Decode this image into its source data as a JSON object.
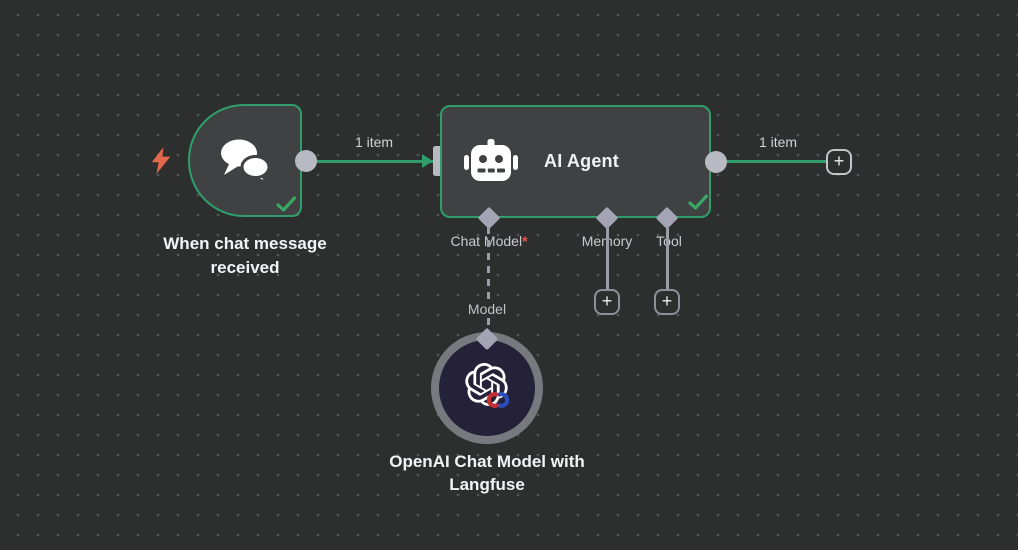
{
  "canvas": {
    "background_color": "#2d2e2e",
    "dot_color": "#56565a"
  },
  "colors": {
    "success_green": "#2f9e6a",
    "check_green": "#3aa864",
    "node_bg": "#3f4143",
    "connector_gray": "#b9b9c3",
    "port_line_gray": "#9d9da8",
    "required_red": "#ef5350",
    "lightning_orange": "#e2674c",
    "model_node_bg": "#242138",
    "model_node_ring": "#78787f"
  },
  "trigger_node": {
    "label": "When chat message received"
  },
  "agent_node": {
    "title": "AI Agent",
    "ports": {
      "chat_model": {
        "label": "Chat Model",
        "required_marker": "*"
      },
      "memory": {
        "label": "Memory"
      },
      "tool": {
        "label": "Tool"
      }
    }
  },
  "model_node": {
    "label": "OpenAI Chat Model with Langfuse",
    "port_label": "Model"
  },
  "connections": {
    "trigger_to_agent": {
      "label": "1 item"
    },
    "agent_to_next": {
      "label": "1 item"
    }
  },
  "add_button_label": "+",
  "icons": {
    "trigger_pin": "lightning-icon",
    "trigger_node": "chat-bubbles-icon",
    "agent_node": "robot-icon",
    "node_status": "check-icon",
    "model_node": "openai-logo-icon",
    "model_badge": "interlocked-links-icon",
    "add": "plus-icon"
  }
}
